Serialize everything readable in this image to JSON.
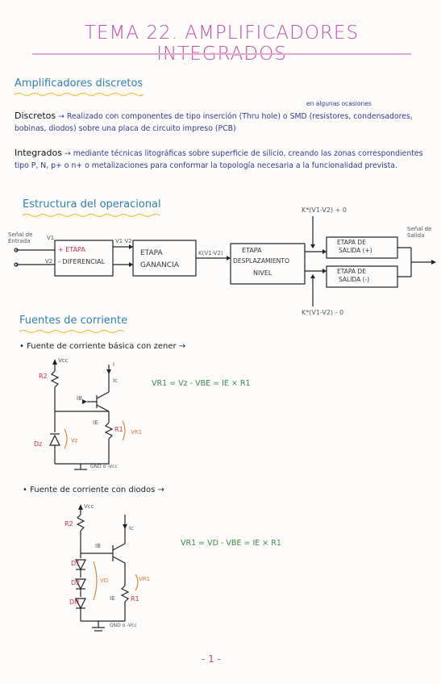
{
  "title": "TEMA 22. AMPLIFICADORES INTEGRADOS",
  "sections": {
    "s1_heading": "Amplificadores discretos",
    "s2_heading": "Estructura del operacional",
    "s3_heading": "Fuentes de corriente"
  },
  "annotation_top": "en algunas ocasiones",
  "para": {
    "discretos_term": "Discretos",
    "discretos_text": "→ Realizado con componentes de tipo inserción (Thru hole) o SMD (resistores, condensadores, bobinas, diodos) sobre una placa de circuito impreso (PCB)",
    "integrados_term": "Integrados",
    "integrados_text": "→ mediante técnicas litográficas sobre superficie de silicio, creando las zonas correspondientes tipo P, N, p+ o n+ o metalizaciones para conformar la topología necesaria a la funcionalidad prevista."
  },
  "block_diagram": {
    "input_label": "Señal de Entrada",
    "v1": "V1",
    "v2": "V2",
    "stage1_plus": "+ ETAPA",
    "stage1_minus": "- DIFERENCIAL",
    "v1v2": "V1 V2",
    "stage2": [
      "ETAPA",
      "GANANCIA"
    ],
    "k_label": "K(V1-V2)",
    "stage3": [
      "ETAPA",
      "DESPLAZAMIENTO",
      "NIVEL"
    ],
    "stage4": [
      "ETAPA DE",
      "SALIDA (+)"
    ],
    "stage5": [
      "ETAPA DE",
      "SALIDA (-)"
    ],
    "top_label": "K*(V1-V2) + 0",
    "bottom_label": "K*(V1-V2) - 0",
    "output_label": "Señal de Salida"
  },
  "bullets": {
    "b1": "Fuente de corriente básica con zener →",
    "b2": "Fuente de corriente con diodos →"
  },
  "circuit1": {
    "vcc": "Vcc",
    "r2": "R2",
    "i": "I",
    "ic": "Ic",
    "ib": "IB",
    "ie": "IE",
    "r1": "R1",
    "vr1": "VR1",
    "dz": "Dz",
    "vz": "Vz",
    "gnd": "GND o -Vcc",
    "equation": "VR1 = Vz - VBE = IE × R1"
  },
  "circuit2": {
    "vcc": "Vcc",
    "r2": "R2",
    "ic": "Ic",
    "ib": "IB",
    "d1": "D1",
    "d2": "D2",
    "dn": "DN",
    "vd": "VD",
    "vr1": "VR1",
    "ie": "IE",
    "r1": "R1",
    "gnd": "GND o -Vcc",
    "equation": "VR1 = VD - VBE = IE × R1"
  },
  "page_number": "- 1 -",
  "colors": {
    "title": "#c04faa",
    "heading": "#2e7fb0",
    "body": "#2f3b8c",
    "equation": "#3a8a4a",
    "accent_orange": "#e07a2a"
  }
}
